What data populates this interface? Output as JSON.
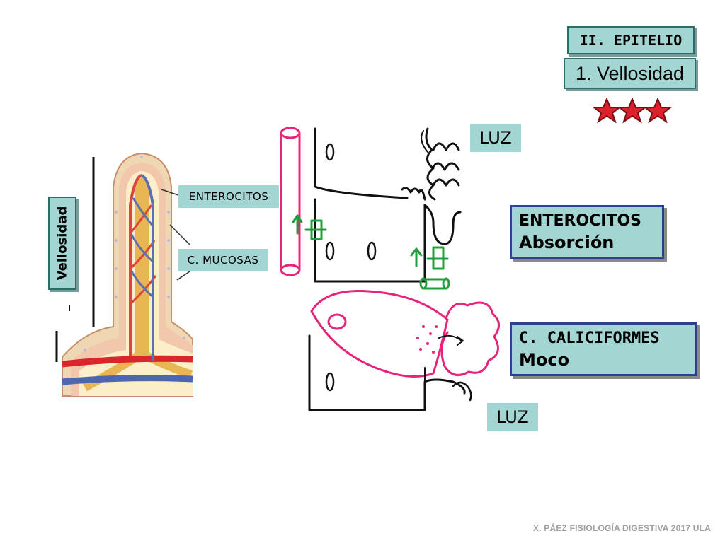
{
  "header": {
    "section": "II. EPITELIO",
    "subsection": "1. Vellosidad"
  },
  "illustration": {
    "side_label": "Vellosidad",
    "enterocitos_label": "ENTEROCITOS",
    "mucosas_label": "C. MUCOSAS"
  },
  "sketch": {
    "luz_top": "LUZ",
    "luz_bottom": "LUZ"
  },
  "info_boxes": {
    "enterocitos_title": "ENTEROCITOS",
    "enterocitos_function": "Absorción",
    "caliciformes_title": "C. CALICIFORMES",
    "caliciformes_function": "Moco"
  },
  "footer": {
    "credit": "X. PÁEZ   FISIOLOGÍA DIGESTIVA 2017  ULA"
  },
  "colors": {
    "box_fill": "#a3d5d3",
    "box_border_dark_blue": "#2e3f8f",
    "stars": "#e01f2d",
    "sketch_pink": "#e8247a",
    "sketch_green": "#1f9e3b"
  },
  "icons": [
    "star-icon",
    "star-icon",
    "star-icon"
  ]
}
